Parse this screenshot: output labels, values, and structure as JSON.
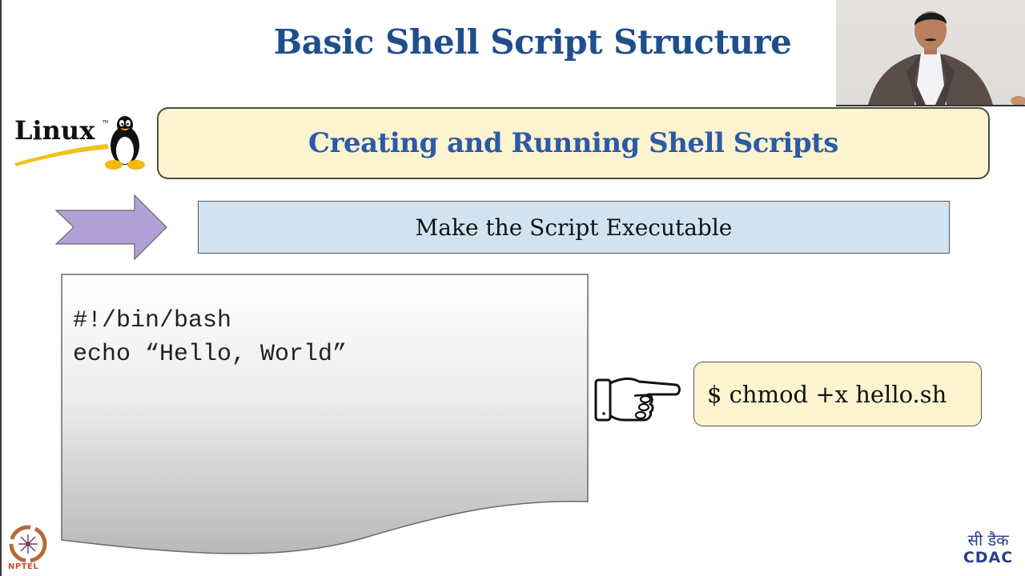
{
  "slide": {
    "title": "Basic Shell Script Structure",
    "section_banner": "Creating and Running Shell Scripts",
    "step_label": "Make the Script Executable",
    "script": {
      "lines": [
        "#!/bin/bash",
        "echo “Hello, World”"
      ]
    },
    "command": "$ chmod +x hello.sh"
  },
  "logos": {
    "linux": "Linux",
    "linux_tm": "TM",
    "nptel": "NPTEL",
    "cdac_hindi": "सी डैक",
    "cdac_english": "CDAC"
  },
  "icons": {
    "arrow": "right-arrow-icon",
    "hand": "pointing-hand-icon",
    "penguin": "tux-penguin-icon"
  },
  "colors": {
    "title": "#1f4e8c",
    "banner_bg": "#fcf3cf",
    "banner_text": "#2a5aa8",
    "step_bg": "#d1e2f0",
    "arrow_fill": "#b0a0d6",
    "cdac": "#2b3d8c",
    "nptel": "#c0522a"
  },
  "presenter": {
    "video_overlay": "presenter-video"
  }
}
